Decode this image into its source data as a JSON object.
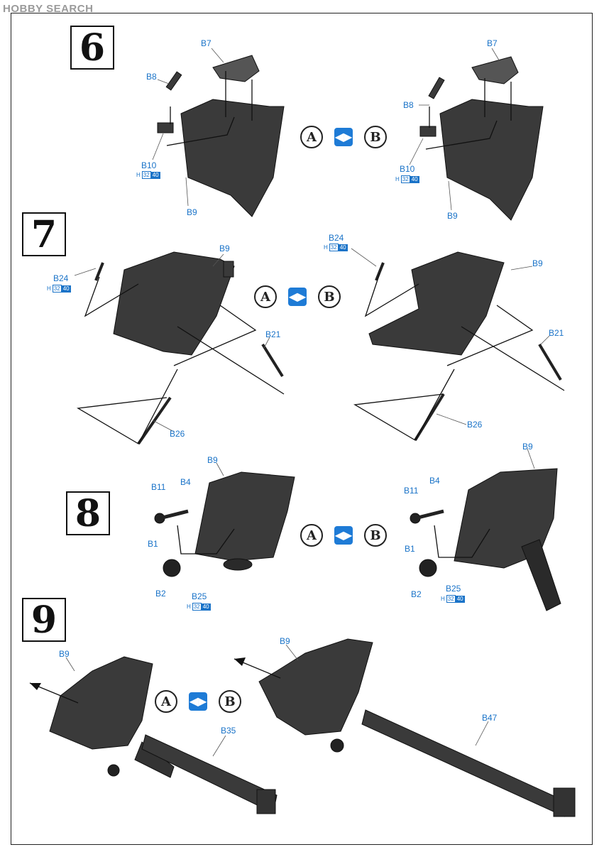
{
  "watermark": "HOBBY SEARCH",
  "steps": [
    "6",
    "7",
    "8",
    "9"
  ],
  "choice": {
    "a": "A",
    "b": "B"
  },
  "paint": {
    "prefix": "H",
    "code1": "32",
    "code2": "40"
  },
  "labels": {
    "s6a_b7": "B7",
    "s6a_b8": "B8",
    "s6a_b10": "B10",
    "s6a_b9": "B9",
    "s6b_b7": "B7",
    "s6b_b8": "B8",
    "s6b_b10": "B10",
    "s6b_b9": "B9",
    "s7a_b9": "B9",
    "s7a_b24": "B24",
    "s7a_b21": "B21",
    "s7a_b26": "B26",
    "s7b_b24": "B24",
    "s7b_b9": "B9",
    "s7b_b21": "B21",
    "s7b_b26": "B26",
    "s8a_b9": "B9",
    "s8a_b11": "B11",
    "s8a_b4": "B4",
    "s8a_b1": "B1",
    "s8a_b2": "B2",
    "s8a_b25": "B25",
    "s8b_b9": "B9",
    "s8b_b11": "B11",
    "s8b_b4": "B4",
    "s8b_b1": "B1",
    "s8b_b2": "B2",
    "s8b_b25": "B25",
    "s9a_b9": "B9",
    "s9a_b35": "B35",
    "s9b_b9": "B9",
    "s9b_b47": "B47"
  },
  "colors": {
    "part": "#3a3a3a",
    "part_dark": "#222222",
    "accent": "#1e7bd6",
    "label": "#1a73c8"
  }
}
